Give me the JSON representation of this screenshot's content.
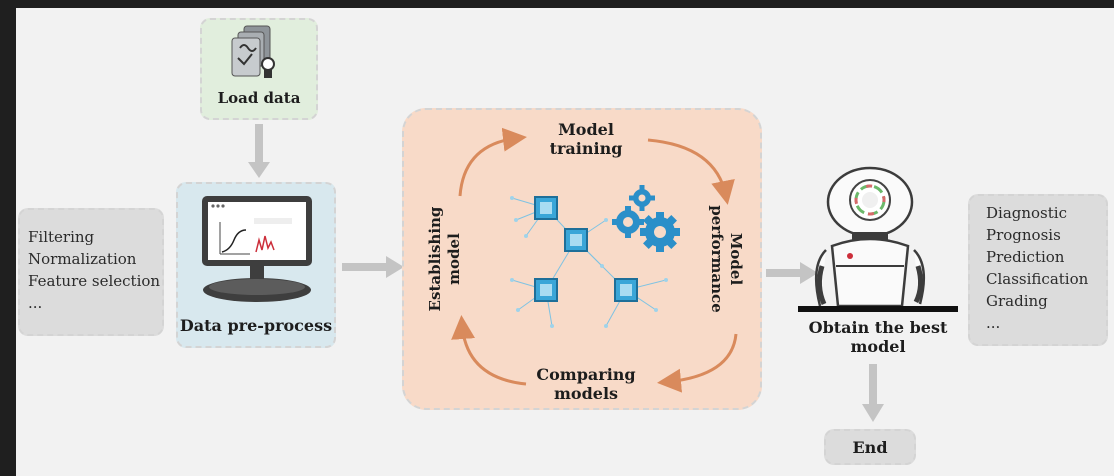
{
  "load_data": {
    "label": "Load data"
  },
  "preprocess": {
    "label": "Data pre-process",
    "steps": [
      "Filtering",
      "Normalization",
      "Feature selection",
      "..."
    ]
  },
  "cycle": {
    "top": [
      "Model",
      "training"
    ],
    "right": [
      "Model",
      "performance"
    ],
    "bottom": [
      "Comparing",
      "models"
    ],
    "left": [
      "Establishing",
      "model"
    ]
  },
  "best_model": {
    "label": [
      "Obtain the best",
      "model"
    ]
  },
  "applications": [
    "Diagnostic",
    "Prognosis",
    "Prediction",
    "Classification",
    "Grading",
    "..."
  ],
  "end": {
    "label": "End"
  },
  "colors": {
    "cycle_bg": "#f8dac8",
    "arrow_orange": "#d98a5c",
    "arrow_gray": "#c4c4c4",
    "preprocess_bg": "#d8e8ee",
    "load_bg": "#e1eedd",
    "list_bg": "#dcdcdc",
    "chip": "#3aa6d8",
    "gear": "#2b8fc9"
  }
}
